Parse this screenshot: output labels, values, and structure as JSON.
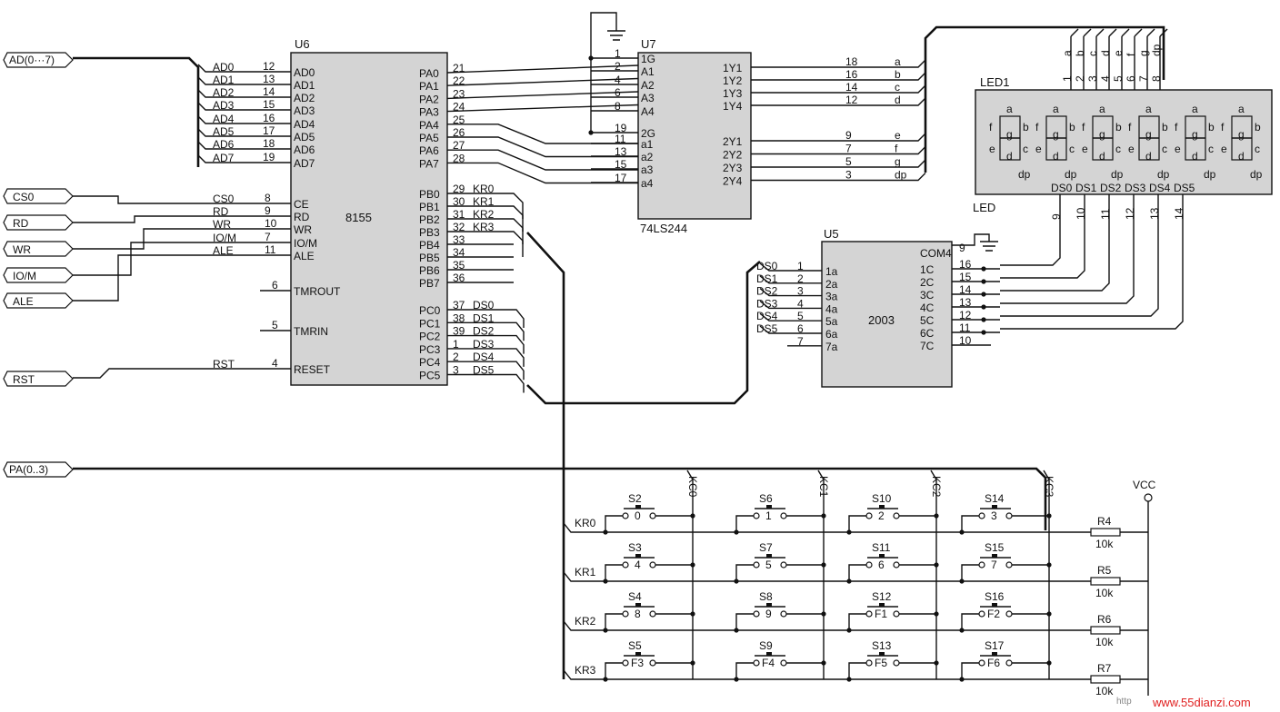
{
  "bus_labels": {
    "ad_bus": "AD(0···7)",
    "pa_bus": "PA(0..3)"
  },
  "left_ports": [
    "CS0",
    "RD",
    "WR",
    "IO/M",
    "ALE",
    "RST"
  ],
  "u6": {
    "ref": "U6",
    "name": "8155",
    "left_pins": [
      {
        "net": "AD0",
        "num": "12",
        "pin": "AD0"
      },
      {
        "net": "AD1",
        "num": "13",
        "pin": "AD1"
      },
      {
        "net": "AD2",
        "num": "14",
        "pin": "AD2"
      },
      {
        "net": "AD3",
        "num": "15",
        "pin": "AD3"
      },
      {
        "net": "AD4",
        "num": "16",
        "pin": "AD4"
      },
      {
        "net": "AD5",
        "num": "17",
        "pin": "AD5"
      },
      {
        "net": "AD6",
        "num": "18",
        "pin": "AD6"
      },
      {
        "net": "AD7",
        "num": "19",
        "pin": "AD7"
      },
      {
        "net": "CS0",
        "num": "8",
        "pin": "CE"
      },
      {
        "net": "RD",
        "num": "9",
        "pin": "RD"
      },
      {
        "net": "WR",
        "num": "10",
        "pin": "WR"
      },
      {
        "net": "IO/M",
        "num": "7",
        "pin": "IO/M"
      },
      {
        "net": "ALE",
        "num": "11",
        "pin": "ALE"
      },
      {
        "net": "",
        "num": "6",
        "pin": "TMROUT"
      },
      {
        "net": "",
        "num": "5",
        "pin": "TMRIN"
      },
      {
        "net": "RST",
        "num": "4",
        "pin": "RESET"
      }
    ],
    "right_pins": [
      {
        "pin": "PA0",
        "num": "21",
        "net": ""
      },
      {
        "pin": "PA1",
        "num": "22",
        "net": ""
      },
      {
        "pin": "PA2",
        "num": "23",
        "net": ""
      },
      {
        "pin": "PA3",
        "num": "24",
        "net": ""
      },
      {
        "pin": "PA4",
        "num": "25",
        "net": ""
      },
      {
        "pin": "PA5",
        "num": "26",
        "net": ""
      },
      {
        "pin": "PA6",
        "num": "27",
        "net": ""
      },
      {
        "pin": "PA7",
        "num": "28",
        "net": ""
      },
      {
        "pin": "PB0",
        "num": "29",
        "net": "KR0"
      },
      {
        "pin": "PB1",
        "num": "30",
        "net": "KR1"
      },
      {
        "pin": "PB2",
        "num": "31",
        "net": "KR2"
      },
      {
        "pin": "PB3",
        "num": "32",
        "net": "KR3"
      },
      {
        "pin": "PB4",
        "num": "33",
        "net": ""
      },
      {
        "pin": "PB5",
        "num": "34",
        "net": ""
      },
      {
        "pin": "PB6",
        "num": "35",
        "net": ""
      },
      {
        "pin": "PB7",
        "num": "36",
        "net": ""
      },
      {
        "pin": "PC0",
        "num": "37",
        "net": "DS0"
      },
      {
        "pin": "PC1",
        "num": "38",
        "net": "DS1"
      },
      {
        "pin": "PC2",
        "num": "39",
        "net": "DS2"
      },
      {
        "pin": "PC3",
        "num": "1",
        "net": "DS3"
      },
      {
        "pin": "PC4",
        "num": "2",
        "net": "DS4"
      },
      {
        "pin": "PC5",
        "num": "3",
        "net": "DS5"
      }
    ]
  },
  "u7": {
    "ref": "U7",
    "name": "74LS244",
    "left_pins": [
      {
        "num": "1",
        "pin": "1G"
      },
      {
        "num": "2",
        "pin": "A1"
      },
      {
        "num": "4",
        "pin": "A2"
      },
      {
        "num": "6",
        "pin": "A3"
      },
      {
        "num": "8",
        "pin": "A4"
      },
      {
        "num": "19",
        "pin": "2G"
      },
      {
        "num": "11",
        "pin": "a1"
      },
      {
        "num": "13",
        "pin": "a2"
      },
      {
        "num": "15",
        "pin": "a3"
      },
      {
        "num": "17",
        "pin": "a4"
      }
    ],
    "right_pins": [
      {
        "pin": "1Y1",
        "num": "18",
        "net": "a"
      },
      {
        "pin": "1Y2",
        "num": "16",
        "net": "b"
      },
      {
        "pin": "1Y3",
        "num": "14",
        "net": "c"
      },
      {
        "pin": "1Y4",
        "num": "12",
        "net": "d"
      },
      {
        "pin": "2Y1",
        "num": "9",
        "net": "e"
      },
      {
        "pin": "2Y2",
        "num": "7",
        "net": "f"
      },
      {
        "pin": "2Y3",
        "num": "5",
        "net": "g"
      },
      {
        "pin": "2Y4",
        "num": "3",
        "net": "dp"
      }
    ]
  },
  "u5": {
    "ref": "U5",
    "name": "2003",
    "left_pins": [
      {
        "net": "DS0",
        "num": "1",
        "pin": "1a"
      },
      {
        "net": "DS1",
        "num": "2",
        "pin": "2a"
      },
      {
        "net": "DS2",
        "num": "3",
        "pin": "3a"
      },
      {
        "net": "DS3",
        "num": "4",
        "pin": "4a"
      },
      {
        "net": "DS4",
        "num": "5",
        "pin": "5a"
      },
      {
        "net": "DS5",
        "num": "6",
        "pin": "6a"
      },
      {
        "net": "",
        "num": "7",
        "pin": "7a"
      }
    ],
    "right_pins": [
      {
        "pin": "COM4",
        "num": "9"
      },
      {
        "pin": "1C",
        "num": "16"
      },
      {
        "pin": "2C",
        "num": "15"
      },
      {
        "pin": "3C",
        "num": "14"
      },
      {
        "pin": "4C",
        "num": "13"
      },
      {
        "pin": "5C",
        "num": "12"
      },
      {
        "pin": "6C",
        "num": "11"
      },
      {
        "pin": "7C",
        "num": "10"
      }
    ]
  },
  "led1": {
    "ref": "LED1",
    "top_pins": [
      {
        "seg": "a",
        "num": "1"
      },
      {
        "seg": "b",
        "num": "2"
      },
      {
        "seg": "c",
        "num": "3"
      },
      {
        "seg": "d",
        "num": "4"
      },
      {
        "seg": "e",
        "num": "5"
      },
      {
        "seg": "f",
        "num": "6"
      },
      {
        "seg": "g",
        "num": "7"
      },
      {
        "seg": "dp",
        "num": "8"
      }
    ],
    "digit_labels": [
      "DS0",
      "DS1",
      "DS2",
      "DS3",
      "DS4",
      "DS5"
    ],
    "digit_pins": [
      "9",
      "10",
      "11",
      "12",
      "13",
      "14"
    ],
    "segment_letters": [
      "a",
      "b",
      "c",
      "d",
      "e",
      "f",
      "g",
      "dp"
    ]
  },
  "keypad": {
    "columns": [
      "KC0",
      "KC1",
      "KC2",
      "KC3"
    ],
    "rows": [
      "KR0",
      "KR1",
      "KR2",
      "KR3"
    ],
    "switches": [
      [
        {
          "ref": "S2",
          "key": "0"
        },
        {
          "ref": "S6",
          "key": "1"
        },
        {
          "ref": "S10",
          "key": "2"
        },
        {
          "ref": "S14",
          "key": "3"
        }
      ],
      [
        {
          "ref": "S3",
          "key": "4"
        },
        {
          "ref": "S7",
          "key": "5"
        },
        {
          "ref": "S11",
          "key": "6"
        },
        {
          "ref": "S15",
          "key": "7"
        }
      ],
      [
        {
          "ref": "S4",
          "key": "8"
        },
        {
          "ref": "S8",
          "key": "9"
        },
        {
          "ref": "S12",
          "key": "F1"
        },
        {
          "ref": "S16",
          "key": "F2"
        }
      ],
      [
        {
          "ref": "S5",
          "key": "F3"
        },
        {
          "ref": "S9",
          "key": "F4"
        },
        {
          "ref": "S13",
          "key": "F5"
        },
        {
          "ref": "S17",
          "key": "F6"
        }
      ]
    ],
    "resistors": [
      {
        "ref": "R4",
        "value": "10k"
      },
      {
        "ref": "R5",
        "value": "10k"
      },
      {
        "ref": "R6",
        "value": "10k"
      },
      {
        "ref": "R7",
        "value": "10k"
      }
    ],
    "vcc": "VCC"
  },
  "watermark": "www.55dianzi.com",
  "watermark_prefix": "http"
}
